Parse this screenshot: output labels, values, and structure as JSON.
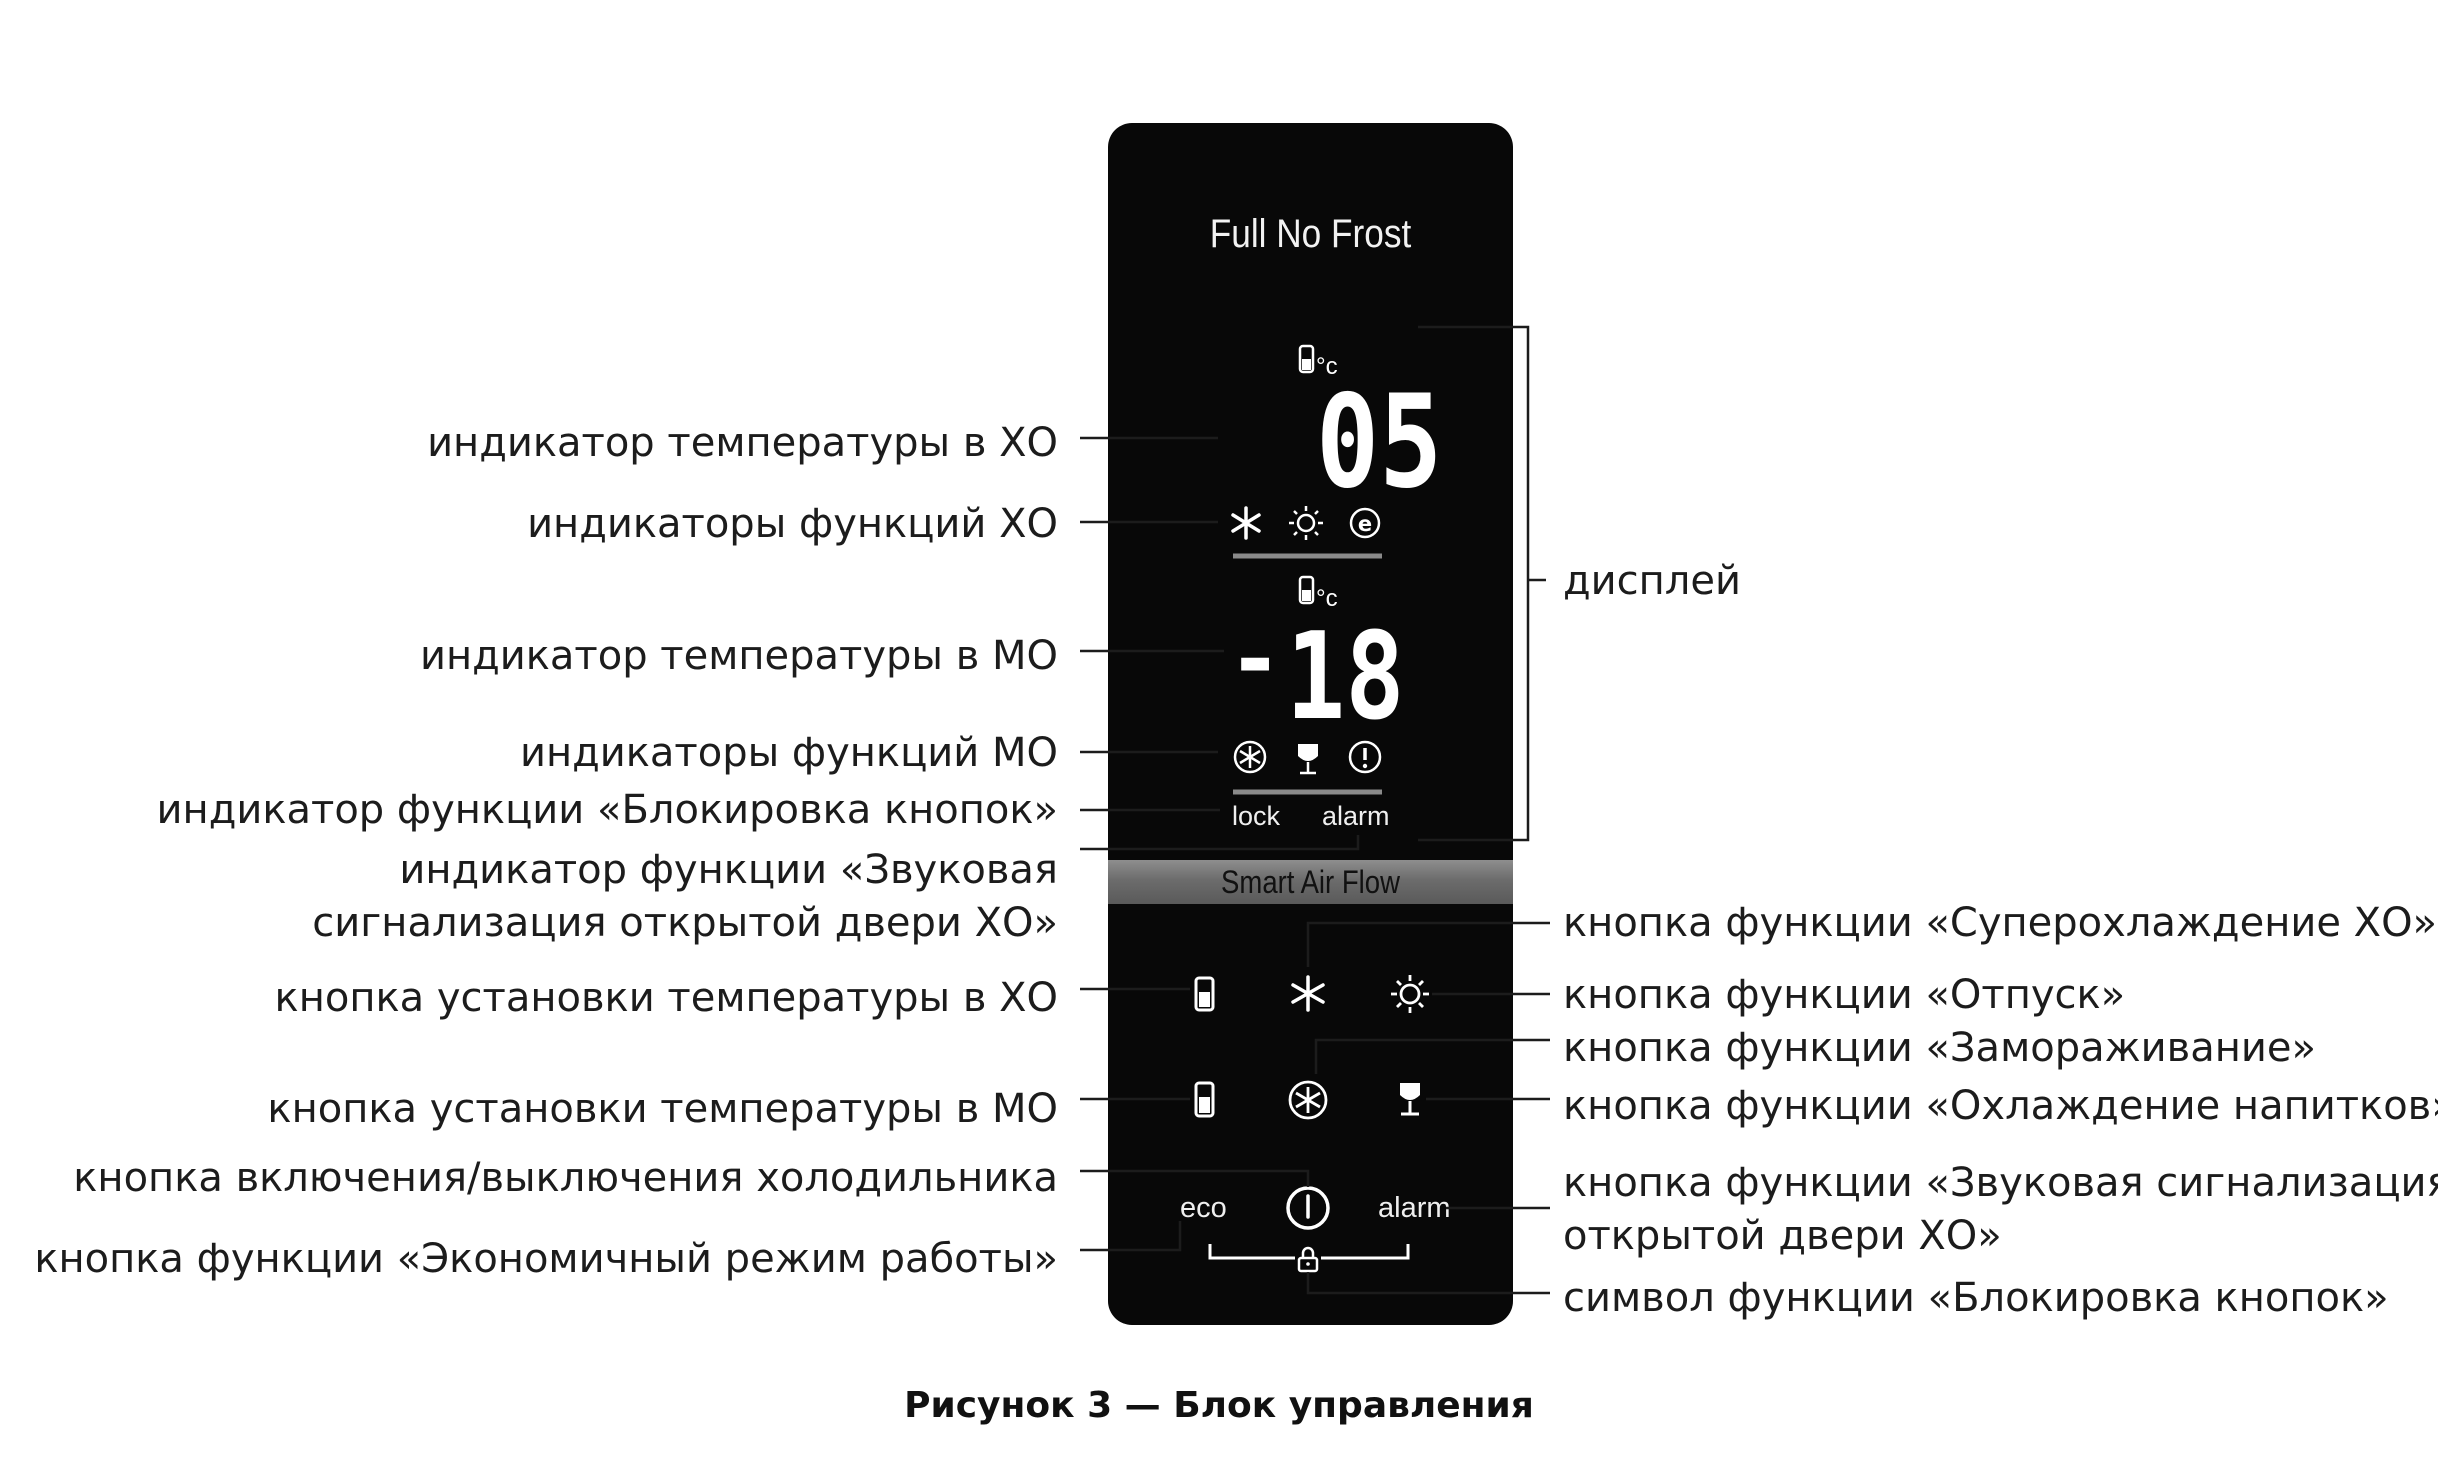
{
  "panel": {
    "brand": "Full No Frost",
    "fridge_temp": "05",
    "freezer_sign": "-",
    "freezer_temp": "18",
    "lock_word": "lock",
    "alarm_word": "alarm",
    "strip": "Smart Air Flow",
    "eco_button": "eco",
    "alarm_button": "alarm",
    "degree_unit": "°c"
  },
  "labels_left": [
    "индикатор температуры в ХО",
    "индикаторы функций ХО",
    "индикатор температуры в МО",
    "индикаторы функций МО",
    "индикатор функции «Блокировка кнопок»",
    "индикатор функции «Звуковая",
    "сигнализация открытой двери ХО»",
    "кнопка установки температуры в ХО",
    "кнопка установки температуры в МО",
    "кнопка включения/выключения холодильника",
    "кнопка функции «Экономичный режим работы»"
  ],
  "labels_right": [
    "дисплей",
    "кнопка функции «Суперохлаждение ХО»",
    "кнопка функции «Отпуск»",
    "кнопка функции «Замораживание»",
    "кнопка функции «Охлаждение напитков»",
    "кнопка функции «Звуковая сигнализация",
    "открытой двери ХО»",
    "символ функции «Блокировка кнопок»"
  ],
  "caption": "Рисунок 3 — Блок управления",
  "colors": {
    "panel": "#080808",
    "strip": "#707070",
    "separator": "#8a8a8a",
    "text": "#1c1c1c"
  },
  "icons": [
    "thermometer-icon",
    "snowflake-icon",
    "sun-icon",
    "eco-icon",
    "freeze-icon",
    "wineglass-icon",
    "alarm-icon",
    "power-icon",
    "padlock-icon"
  ]
}
